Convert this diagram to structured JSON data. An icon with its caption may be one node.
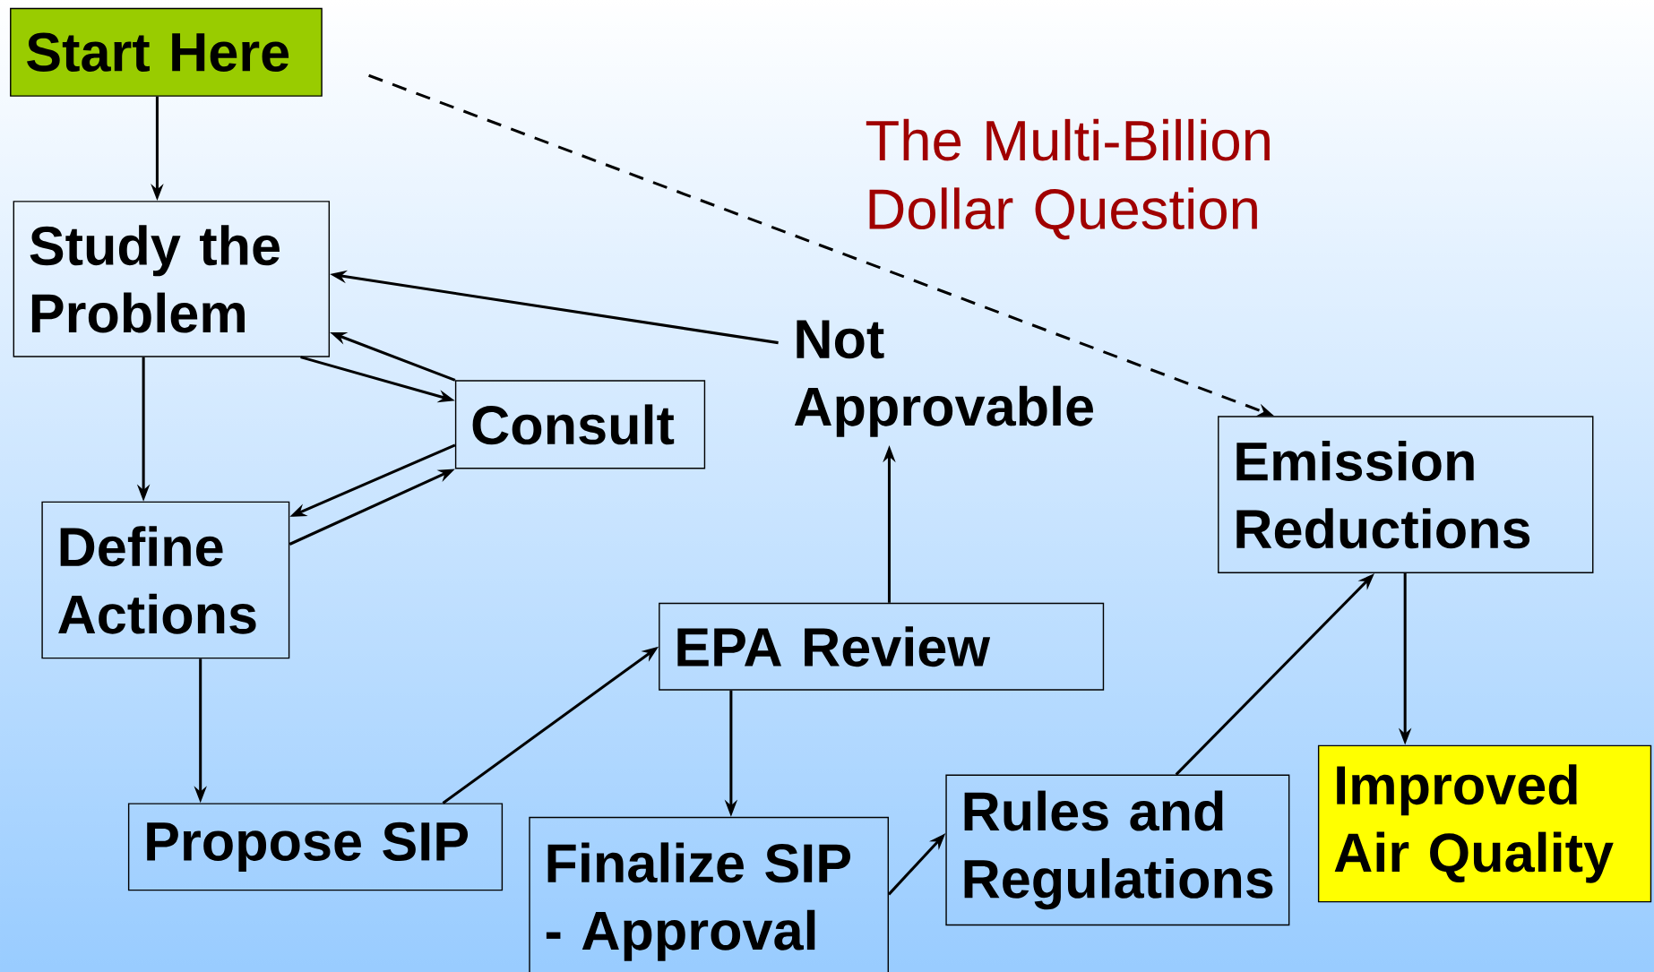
{
  "diagram": {
    "nodes": [
      {
        "text": [
          "Start Here"
        ]
      },
      {
        "text": [
          "Study the Problem"
        ]
      },
      {
        "text": [
          "Consult"
        ]
      },
      {
        "text": [
          "Define Actions"
        ]
      },
      {
        "text": [
          "Propose SIP"
        ]
      },
      {
        "text": [
          "EPA Review"
        ]
      },
      {
        "text": [
          "Finalize SIP - Approval"
        ]
      },
      {
        "text": [
          "Not Approvable"
        ]
      },
      {
        "text": [
          "Rules and Regulations"
        ]
      },
      {
        "text": [
          "Emission Reductions"
        ]
      },
      {
        "text": [
          "Improved Air Quality"
        ]
      }
    ],
    "edges": [
      {
        "from": 0,
        "to": 1,
        "arrow": "to"
      },
      {
        "from": 1,
        "to": 2,
        "arrow": "to"
      },
      {
        "from": 2,
        "to": 1,
        "arrow": "to"
      },
      {
        "from": 2,
        "to": 3,
        "arrow": "to"
      },
      {
        "from": 3,
        "to": 2,
        "arrow": "to"
      },
      {
        "from": 1,
        "to": 3,
        "arrow": "to"
      },
      {
        "from": 3,
        "to": 4,
        "arrow": "to"
      },
      {
        "from": 4,
        "to": 5,
        "arrow": "to"
      },
      {
        "from": 5,
        "to": 6,
        "arrow": "to"
      },
      {
        "from": 6,
        "to": 8,
        "arrow": "to"
      },
      {
        "from": 8,
        "to": 9,
        "arrow": "to"
      },
      {
        "from": 9,
        "to": 10,
        "arrow": "to"
      },
      {
        "from": 5,
        "to": 7,
        "arrow": "to"
      },
      {
        "from": 7,
        "to": 1,
        "arrow": "to"
      },
      {
        "from": 0,
        "to": 9,
        "arrow": "to",
        "style": "dashed",
        "label": "The Multi-Billion Dollar Question"
      }
    ]
  }
}
